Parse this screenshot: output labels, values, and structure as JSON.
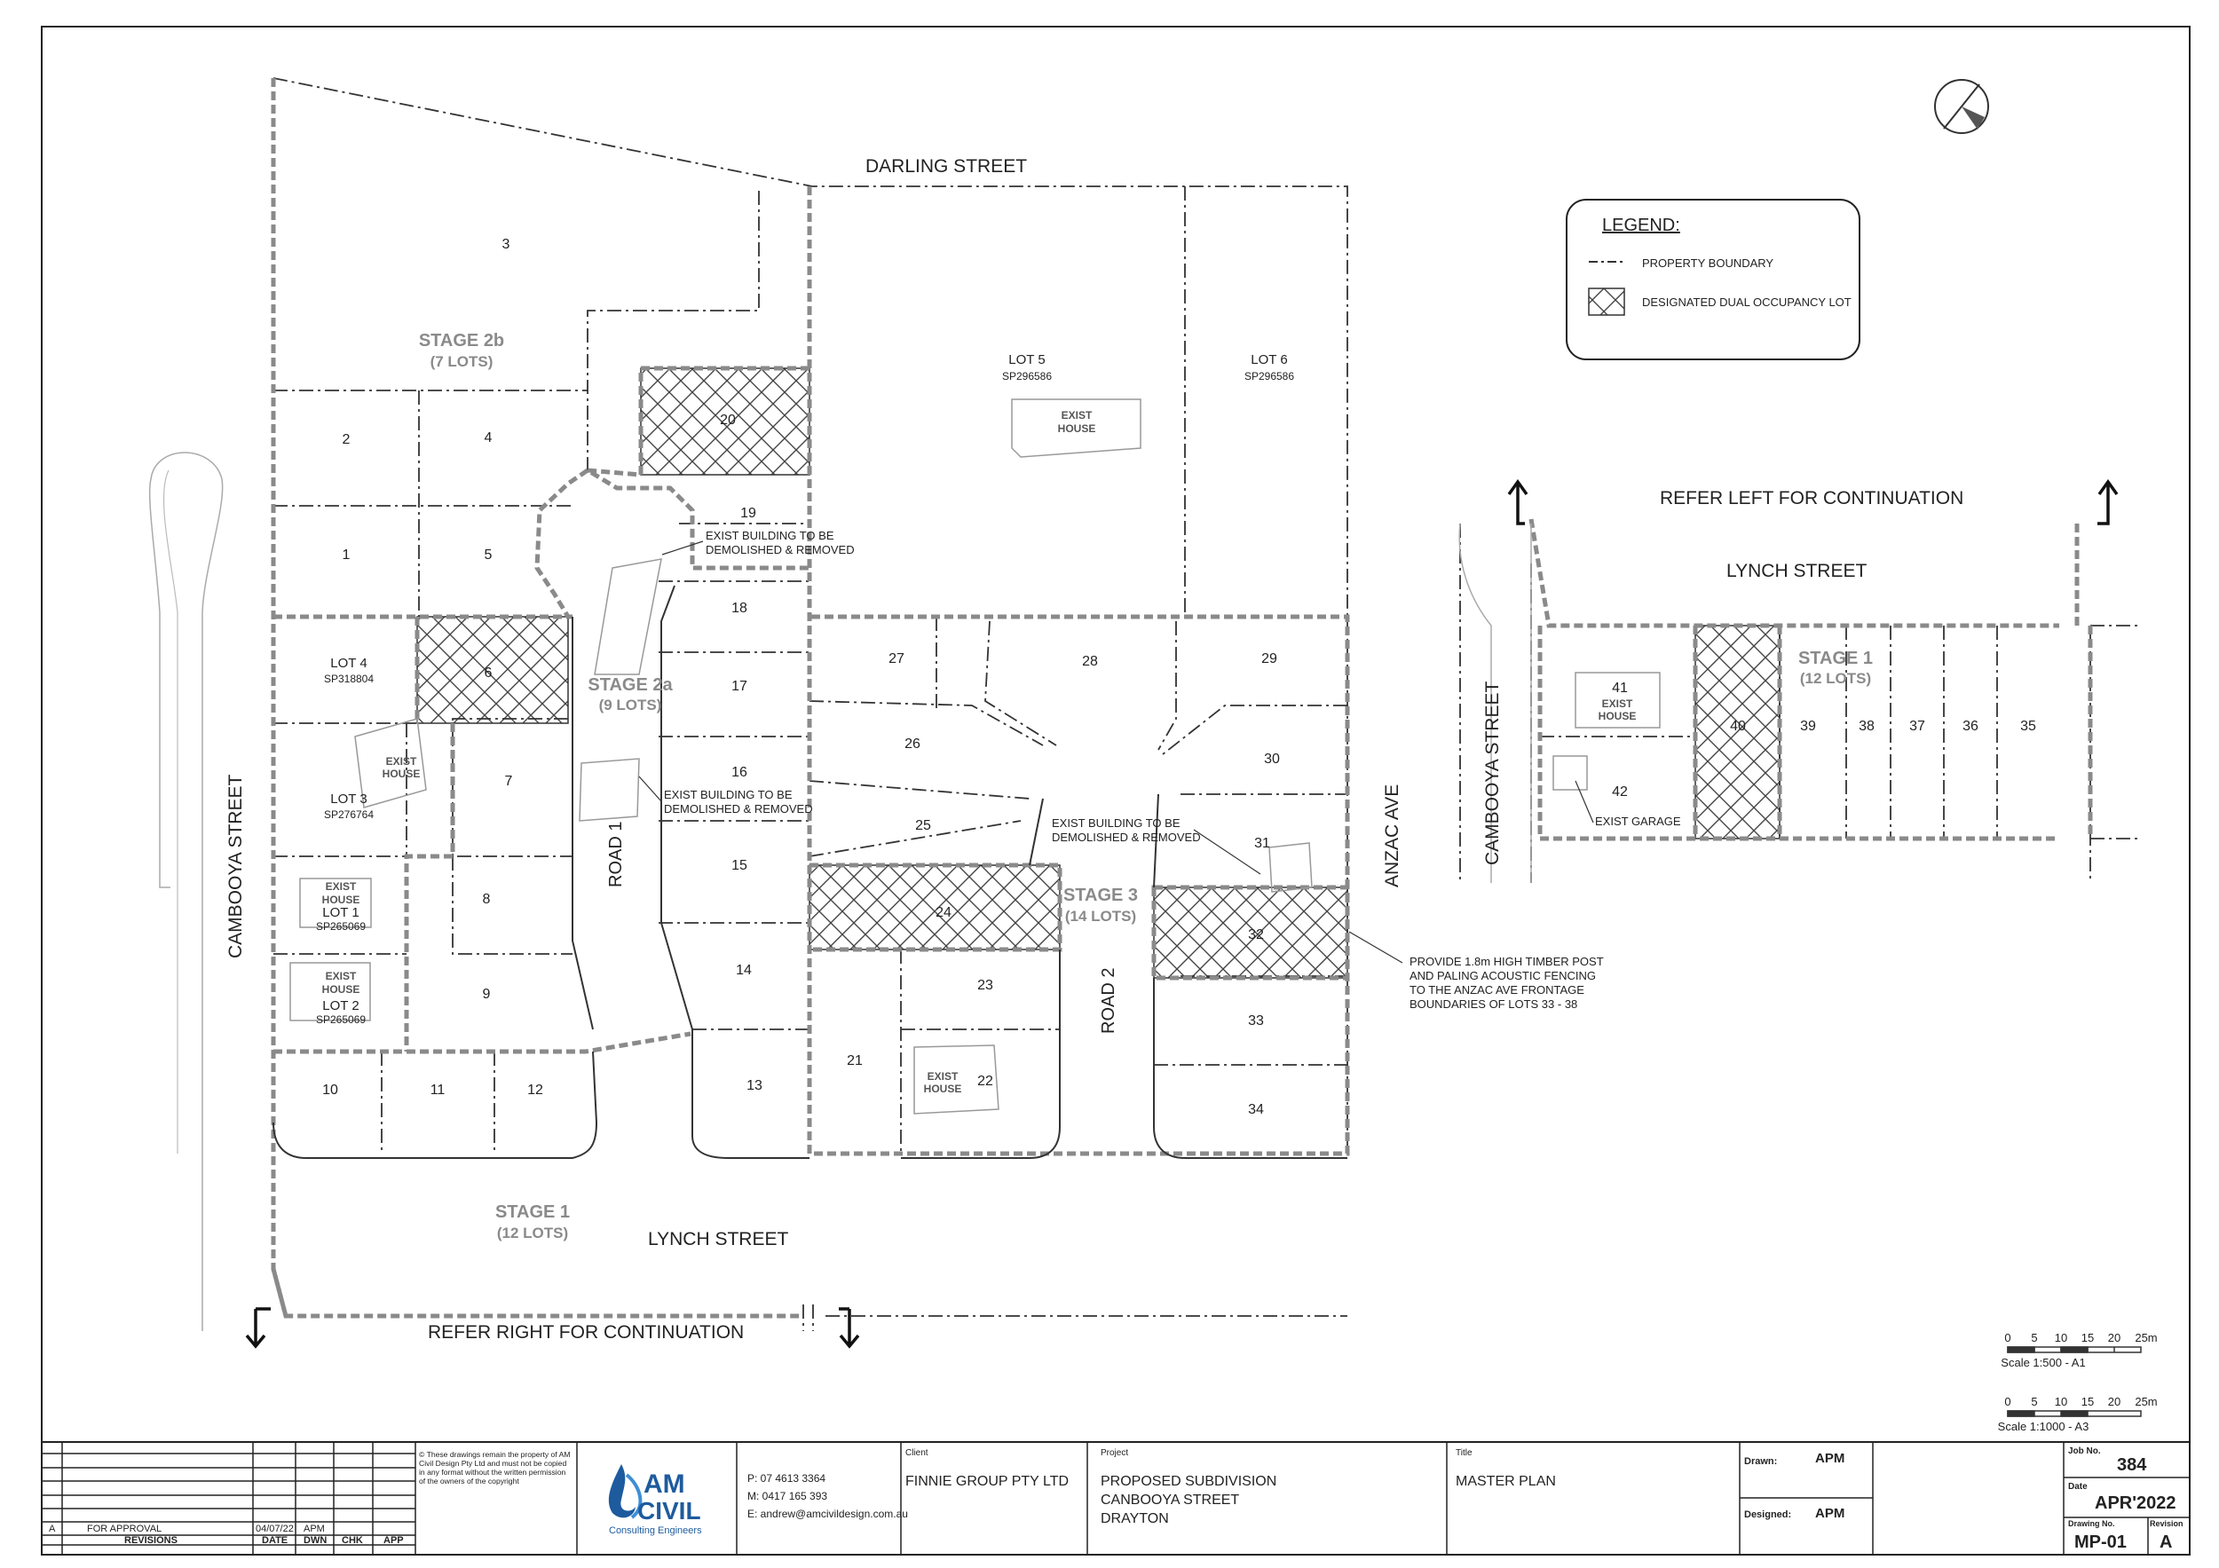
{
  "streets": {
    "darling": "DARLING STREET",
    "camboya_left": "CAMBOOYA STREET",
    "lynch_left": "LYNCH STREET",
    "refer_right": "REFER RIGHT FOR CONTINUATION",
    "refer_left": "REFER LEFT FOR CONTINUATION",
    "lynch_right": "LYNCH STREET",
    "camboya_right": "CAMBOOYA STREET",
    "anzac": "ANZAC AVE",
    "road1": "ROAD 1",
    "road2": "ROAD 2"
  },
  "stages": {
    "s2b": "STAGE 2b",
    "s2b_lots": "(7 LOTS)",
    "s2a": "STAGE 2a",
    "s2a_lots": "(9 LOTS)",
    "s3": "STAGE 3",
    "s3_lots": "(14 LOTS)",
    "s1": "STAGE 1",
    "s1_lots": "(12 LOTS)",
    "s1r": "STAGE 1",
    "s1r_lots": "(12 LOTS)"
  },
  "lots": {
    "l1": "1",
    "l2": "2",
    "l3": "3",
    "l4": "4",
    "l5": "5",
    "l6": "6",
    "l7": "7",
    "l8": "8",
    "l9": "9",
    "l10": "10",
    "l11": "11",
    "l12": "12",
    "l13": "13",
    "l14": "14",
    "l15": "15",
    "l16": "16",
    "l17": "17",
    "l18": "18",
    "l19": "19",
    "l20": "20",
    "l21": "21",
    "l22": "22",
    "l23": "23",
    "l24": "24",
    "l25": "25",
    "l26": "26",
    "l27": "27",
    "l28": "28",
    "l29": "29",
    "l30": "30",
    "l31": "31",
    "l32": "32",
    "l33": "33",
    "l34": "34",
    "l35": "35",
    "l36": "36",
    "l37": "37",
    "l38": "38",
    "l39": "39",
    "l40": "40",
    "l41": "41",
    "l42": "42"
  },
  "existing_lots": {
    "lot5": "LOT 5",
    "lot5_sp": "SP296586",
    "lot6": "LOT 6",
    "lot6_sp": "SP296586",
    "lot4": "LOT 4",
    "lot4_sp": "SP318804",
    "lot3": "LOT 3",
    "lot3_sp": "SP276764",
    "lot1": "LOT 1",
    "lot1_sp": "SP265069",
    "lot2": "LOT 2",
    "lot2_sp": "SP265069"
  },
  "exist": {
    "exist": "EXIST",
    "house": "HOUSE",
    "garage": "EXIST GARAGE"
  },
  "notes": {
    "demo_a1": "EXIST BUILDING TO BE",
    "demo_a2": "DEMOLISHED & REMOVED",
    "demo_b1": "EXIST BUILDING TO BE",
    "demo_b2": "DEMOLISHED & REMOVED",
    "demo_c1": "EXIST BUILDING TO BE",
    "demo_c2": "DEMOLISHED & REMOVED",
    "fence1": "PROVIDE 1.8m HIGH TIMBER POST",
    "fence2": "AND PALING ACOUSTIC FENCING",
    "fence3": "TO THE ANZAC AVE FRONTAGE",
    "fence4": "BOUNDARIES OF LOTS 33 - 38"
  },
  "legend": {
    "title": "LEGEND:",
    "boundary": "PROPERTY BOUNDARY",
    "dual": "DESIGNATED DUAL OCCUPANCY LOT"
  },
  "scale1": {
    "ticks": [
      "0",
      "5",
      "10",
      "15",
      "20",
      "25m"
    ],
    "label": "Scale 1:500 - A1"
  },
  "scale2": {
    "ticks": [
      "0",
      "5",
      "10",
      "15",
      "20",
      "25m"
    ],
    "label": "Scale 1:1000 - A3"
  },
  "titleblock": {
    "rev_letter": "A",
    "rev_desc": "FOR APPROVAL",
    "rev_date": "04/07/22",
    "rev_dwn": "APM",
    "h_revisions": "REVISIONS",
    "h_date": "DATE",
    "h_dwn": "DWN",
    "h_chk": "CHK",
    "h_app": "APP",
    "copyright": "© These drawings remain the property of AM Civil Design Pty Ltd and must not be copied in any format without the written permission of the owners of the copyright",
    "logo_am": "AM",
    "logo_civil": "CIVIL",
    "logo_sub": "Consulting Engineers",
    "phone": "P:  07 4613 3364",
    "mobile": "M:  0417 165 393",
    "email": "E:  andrew@amcivildesign.com.au",
    "client_label": "Client",
    "client": "FINNIE GROUP PTY LTD",
    "project_label": "Project",
    "project1": "PROPOSED SUBDIVISION",
    "project2": "CANBOOYA STREET",
    "project3": "DRAYTON",
    "title_label": "Title",
    "title": "MASTER PLAN",
    "drawn_label": "Drawn:",
    "drawn": "APM",
    "designed_label": "Designed:",
    "designed": "APM",
    "job_label": "Job No.",
    "job": "384",
    "date_label": "Date",
    "date": "APR'2022",
    "dwg_label": "Drawing No.",
    "dwg": "MP-01",
    "rev_label": "Revision",
    "rev": "A"
  },
  "colors": {
    "line": "#333333",
    "stage": "#8a8a8a",
    "text": "#222222"
  }
}
